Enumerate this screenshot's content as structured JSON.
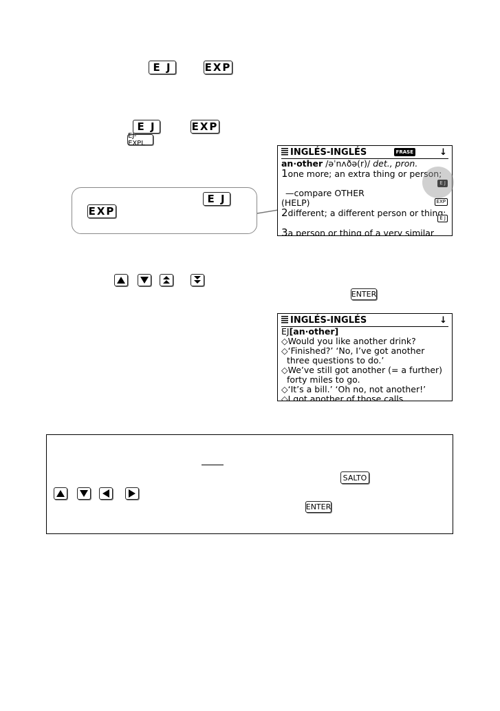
{
  "keys": {
    "ej": "E J",
    "exp": "EXP",
    "ej_expl": "EJ-EXPL",
    "enter": "ENTER",
    "salto": "SALTO"
  },
  "screen1": {
    "title": "INGLÉS-INGLÉS",
    "badge": "FRASE",
    "arrow": "↓",
    "headword": "an·other",
    "pron": " /əˈnʌðə(r)/ ",
    "pos": "det., pron.",
    "sense1": "one more; an extra thing or person;",
    "tag1": "E J",
    "compare": "—compare OTHER",
    "help": "(HELP)",
    "tag2": "EXP",
    "sense2": "different; a different person or thing;",
    "tag3": "E J",
    "sense3": "a person or thing of a very similar",
    "n1": "1",
    "n2": "2",
    "n3": "3"
  },
  "screen2": {
    "title": "INGLÉS-INGLÉS",
    "arrow": "↓",
    "head_prefix": "EJ",
    "head": "[an·other]",
    "lines": [
      "◇Would you like another drink?",
      "◇‘Finished?’ ‘No, I’ve got another",
      "  three questions to do.’",
      "◇We’ve still got another (= a further)",
      "  forty miles to go.",
      "◇‘It’s a bill.’ ‘Oh no, not another!’",
      "◇I got another of those calls"
    ]
  },
  "icons": {
    "up": "up-triangle-icon",
    "down": "down-triangle-icon",
    "page_up": "page-up-icon",
    "page_down": "page-down-icon",
    "left": "left-triangle-icon",
    "right": "right-triangle-icon"
  }
}
